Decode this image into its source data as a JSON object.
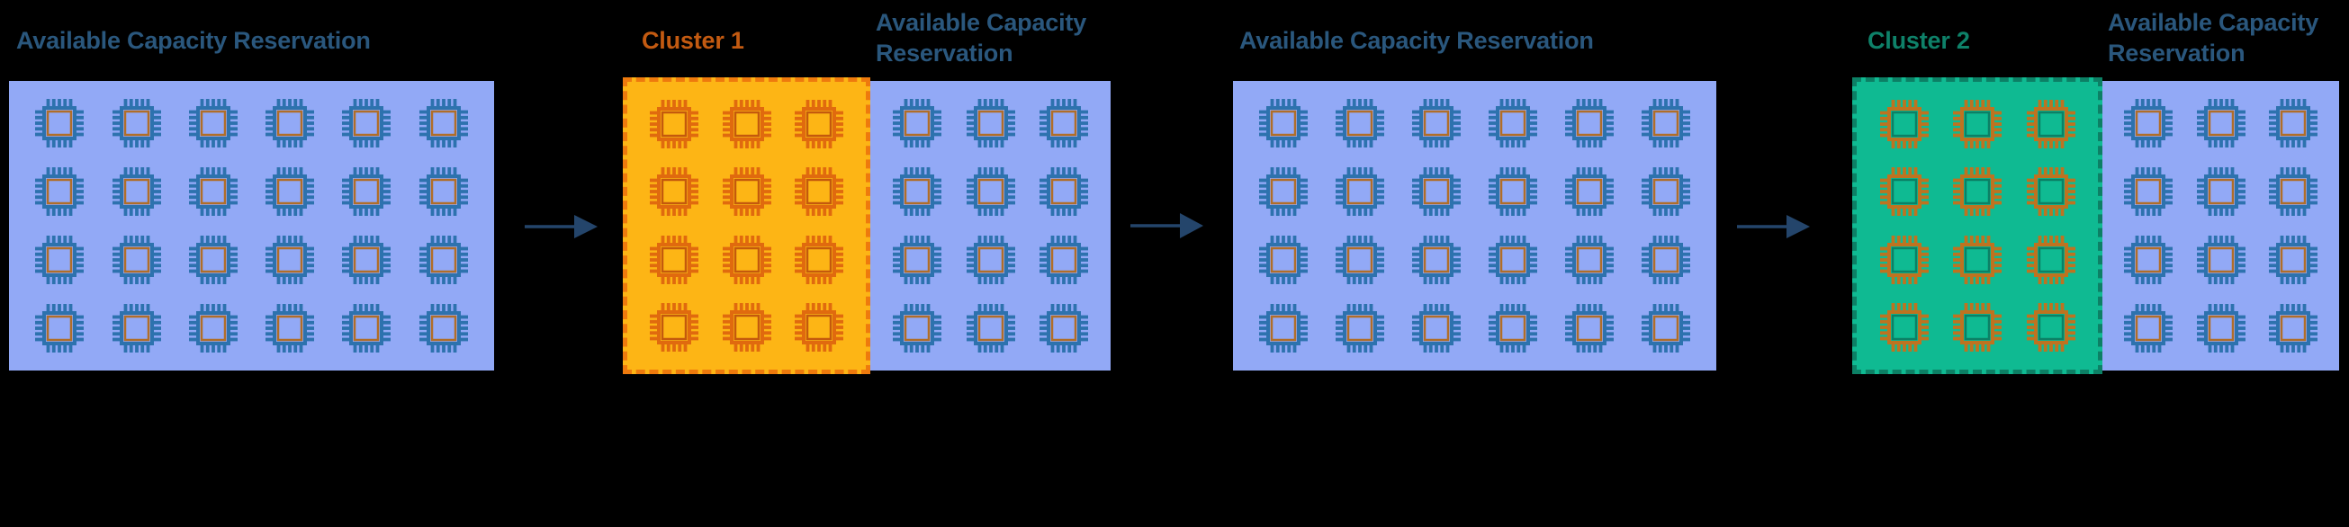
{
  "diagram": {
    "panel1": {
      "title": "Available Capacity Reservation"
    },
    "panel2": {
      "cluster_title": "Cluster 1",
      "reservation_title_line1": "Available Capacity",
      "reservation_title_line2": "Reservation"
    },
    "panel3": {
      "title": "Available Capacity Reservation"
    },
    "panel4": {
      "cluster_title": "Cluster 2",
      "reservation_title_line1": "Available Capacity",
      "reservation_title_line2": "Reservation"
    }
  },
  "chips": {
    "panel1_grid": {
      "count": 24,
      "cols": 6,
      "rows": 4,
      "variant": "blue"
    },
    "panel2_cluster_grid": {
      "count": 12,
      "cols": 3,
      "rows": 4,
      "variant": "orange"
    },
    "panel2_reservation_grid": {
      "count": 12,
      "cols": 3,
      "rows": 4,
      "variant": "blue"
    },
    "panel3_grid": {
      "count": 24,
      "cols": 6,
      "rows": 4,
      "variant": "blue"
    },
    "panel4_cluster_grid": {
      "count": 12,
      "cols": 3,
      "rows": 4,
      "variant": "green"
    },
    "panel4_reservation_grid": {
      "count": 12,
      "cols": 3,
      "rows": 4,
      "variant": "blue"
    }
  },
  "chip_variants": {
    "blue": {
      "primary": "#2D72AE",
      "accent": "#B06E28"
    },
    "orange": {
      "primary": "#E06A0E",
      "accent": "#C4590D"
    },
    "green": {
      "primary": "#BE7320",
      "accent": "#0C8065"
    }
  },
  "colors": {
    "background": "#000000",
    "reservation_panel_fill": "#92A9F6",
    "cluster1_fill": "#FDB515",
    "cluster1_dashed_border": "#EE7A0D",
    "cluster2_fill": "#0FBA92",
    "cluster2_dashed_border": "#0C8065",
    "reservation_title_text": "#2A577D",
    "cluster1_title_text": "#C35A11",
    "cluster2_title_text": "#0E8169",
    "arrow": "#24456B"
  },
  "icons": {
    "chip": "cpu-chip-icon",
    "arrow": "arrow-right-icon"
  },
  "arrow_count": 3
}
